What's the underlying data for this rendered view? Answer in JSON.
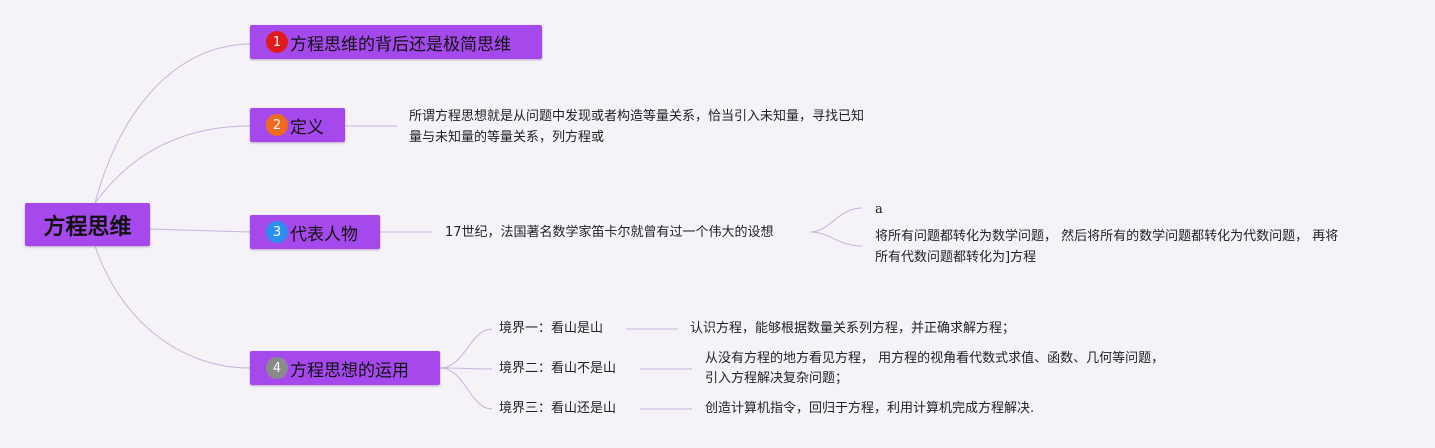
{
  "root": {
    "label": "方程思维"
  },
  "branches": [
    {
      "number": "1",
      "badge_color": "#e01b1b",
      "label": "方程思维的背后还是极简思维"
    },
    {
      "number": "2",
      "badge_color": "#f06a1c",
      "label": "定义",
      "text": [
        "所谓方程思想就是从问题中发现或者构造等量关系，恰当引入未知量，寻找已知",
        "量与未知量的等量关系，列方程或"
      ]
    },
    {
      "number": "3",
      "badge_color": "#2c8ff0",
      "label": "代表人物",
      "text": "17世纪，法国著名数学家笛卡尔就曾有过一个伟大的设想",
      "sub": [
        {
          "text": "a"
        },
        {
          "text": [
            "将所有问题都转化为数学问题， 然后将所有的数学问题都转化为代数问题， 再将",
            "所有代数问题都转化为]方程"
          ]
        }
      ]
    },
    {
      "number": "4",
      "badge_color": "#8a8a8a",
      "label": "方程思想的运用",
      "levels": [
        {
          "label": "境界一：看山是山",
          "text": [
            "认识方程，能够根据数量关系列方程，并正确求解方程；"
          ]
        },
        {
          "label": "境界二：看山不是山",
          "text": [
            "从没有方程的地方看见方程， 用方程的视角看代数式求值、函数、几何等问题，",
            "引入方程解决复杂问题；"
          ]
        },
        {
          "label": "境界三：看山还是山",
          "text": [
            "创造计算机指令，回归于方程，利用计算机完成方程解决."
          ]
        }
      ]
    }
  ]
}
